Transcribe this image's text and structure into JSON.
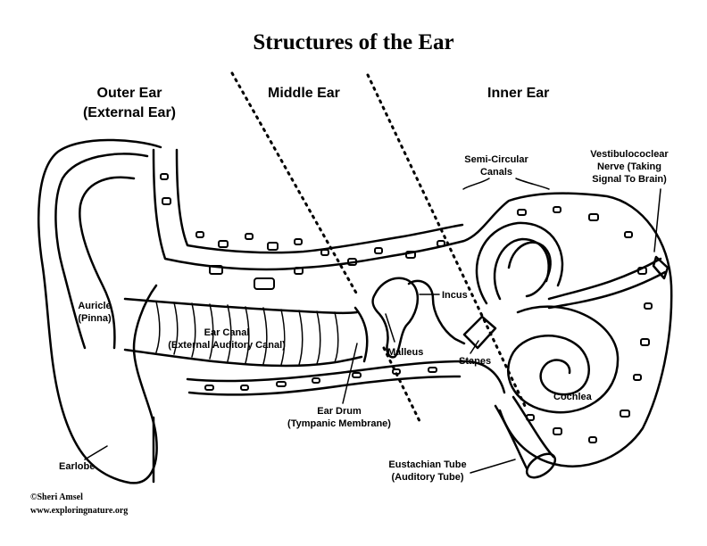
{
  "title": "Structures of the Ear",
  "regions": {
    "outer_line1": "Outer Ear",
    "outer_line2": "(External Ear)",
    "middle": "Middle Ear",
    "inner": "Inner Ear"
  },
  "labels": {
    "semicircular_line1": "Semi-Circular",
    "semicircular_line2": "Canals",
    "vestibulo_line1": "Vestibulococlear",
    "vestibulo_line2": "Nerve (Taking",
    "vestibulo_line3": "Signal To Brain)",
    "auricle_line1": "Auricle",
    "auricle_line2": "(Pinna)",
    "incus": "Incus",
    "canal_line1": "Ear Canal",
    "canal_line2": "(External Auditory Canal)",
    "malleus": "Malleus",
    "stapes": "Stapes",
    "cochlea": "Cochlea",
    "drum_line1": "Ear Drum",
    "drum_line2": "(Tympanic Membrane)",
    "earlobe": "Earlobe",
    "eustachian_line1": "Eustachian Tube",
    "eustachian_line2": "(Auditory Tube)"
  },
  "credits": {
    "author": "©Sheri Amsel",
    "site": "www.exploringnature.org"
  }
}
